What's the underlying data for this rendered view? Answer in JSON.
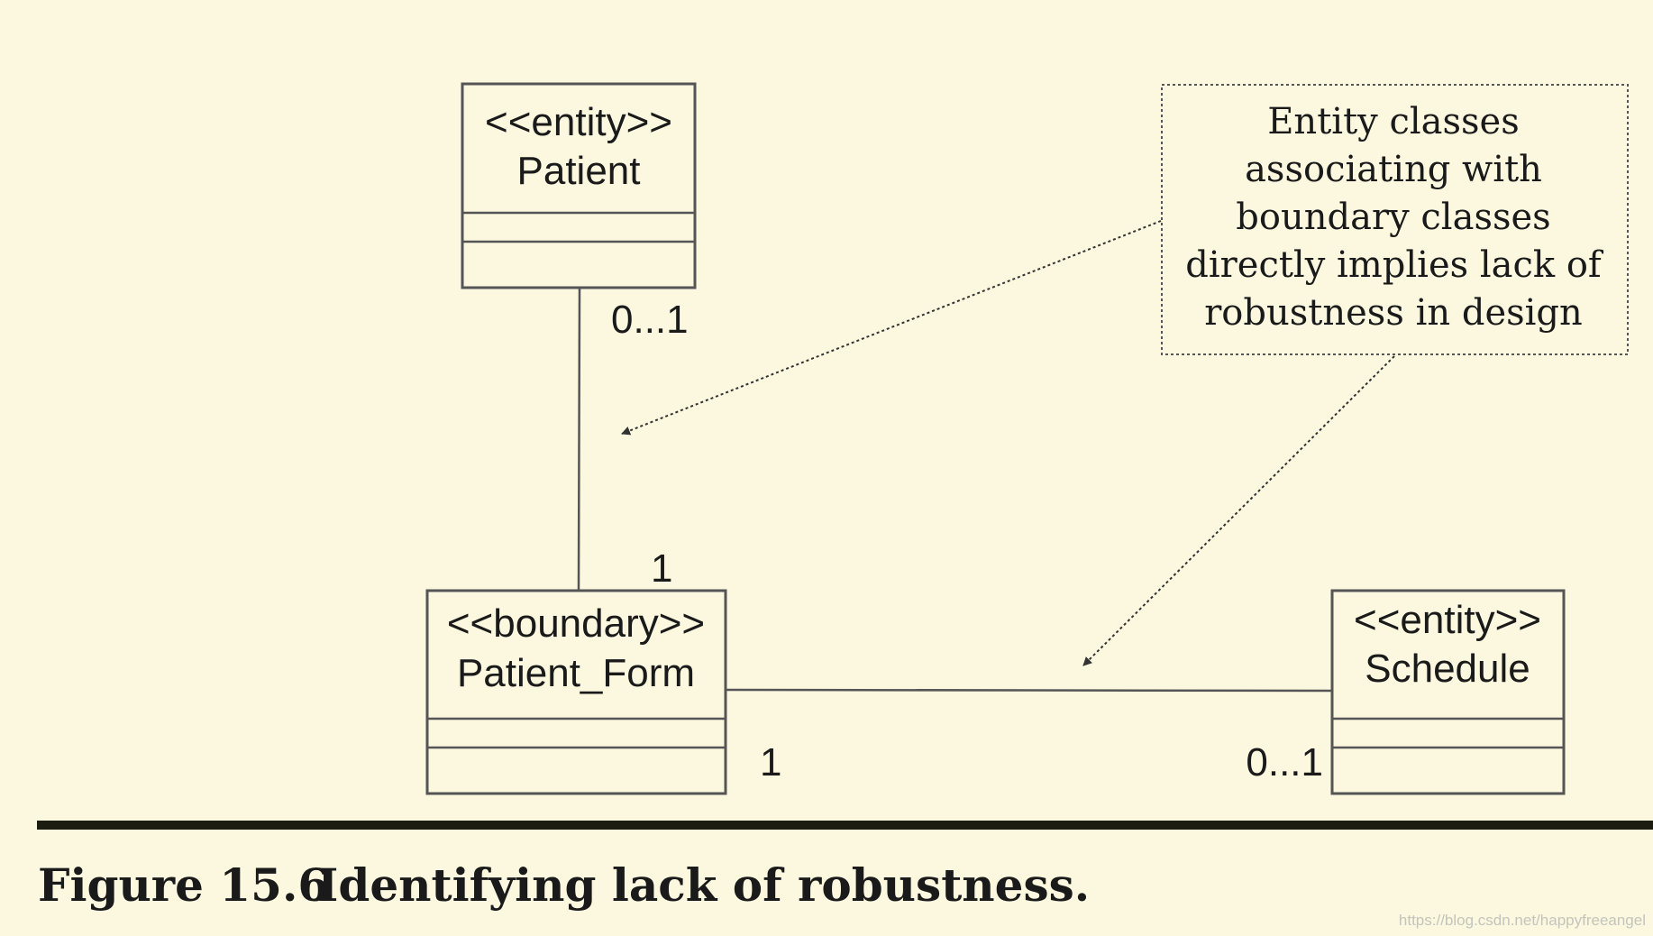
{
  "classes": {
    "patient": {
      "stereotype": "<<entity>>",
      "name": "Patient"
    },
    "patient_form": {
      "stereotype": "<<boundary>>",
      "name": "Patient_Form"
    },
    "schedule": {
      "stereotype": "<<entity>>",
      "name": "Schedule"
    }
  },
  "associations": {
    "patient_to_form": {
      "patient_end": "0...1",
      "form_end": "1"
    },
    "form_to_schedule": {
      "form_end": "1",
      "schedule_end": "0...1"
    }
  },
  "note": {
    "lines": [
      "Entity classes",
      "associating with",
      "boundary classes",
      "directly implies lack of",
      "robustness in design"
    ]
  },
  "caption": {
    "number": "Figure 15.6",
    "text": "Identifying lack of robustness."
  },
  "watermark": "https://blog.csdn.net/happyfreeangel",
  "colors": {
    "background": "#fbf8df",
    "line": "#555555",
    "rule": "#1c1c10"
  }
}
